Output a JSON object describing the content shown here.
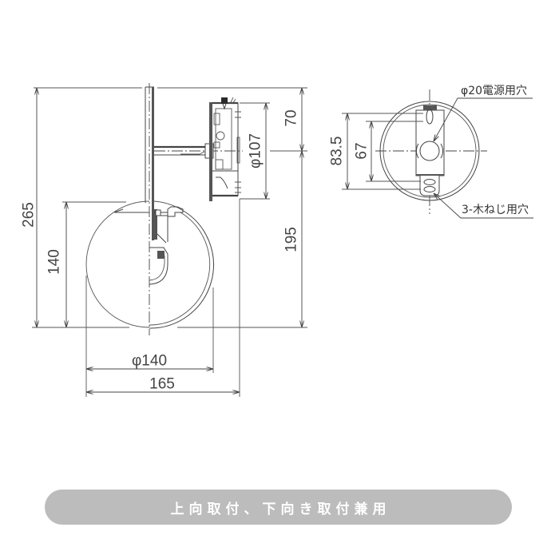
{
  "side_view": {
    "dimensions": {
      "overall_height": "265",
      "globe_height": "140",
      "base_diameter": "φ107",
      "top_to_center": "70",
      "center_to_bottom": "195",
      "globe_diameter": "φ140",
      "overall_projection": "165"
    }
  },
  "top_view": {
    "dimensions": {
      "outer_hole_pitch": "83.5",
      "inner_hole_pitch": "67"
    },
    "annotations": {
      "power_hole": "φ20電源用穴",
      "screw_holes": "3-木ねじ用穴"
    }
  },
  "banner": {
    "label": "上向取付、下向き取付兼用"
  },
  "colors": {
    "line": "#444444",
    "banner_background": "#bcbcbc",
    "banner_text": "#ffffff"
  }
}
